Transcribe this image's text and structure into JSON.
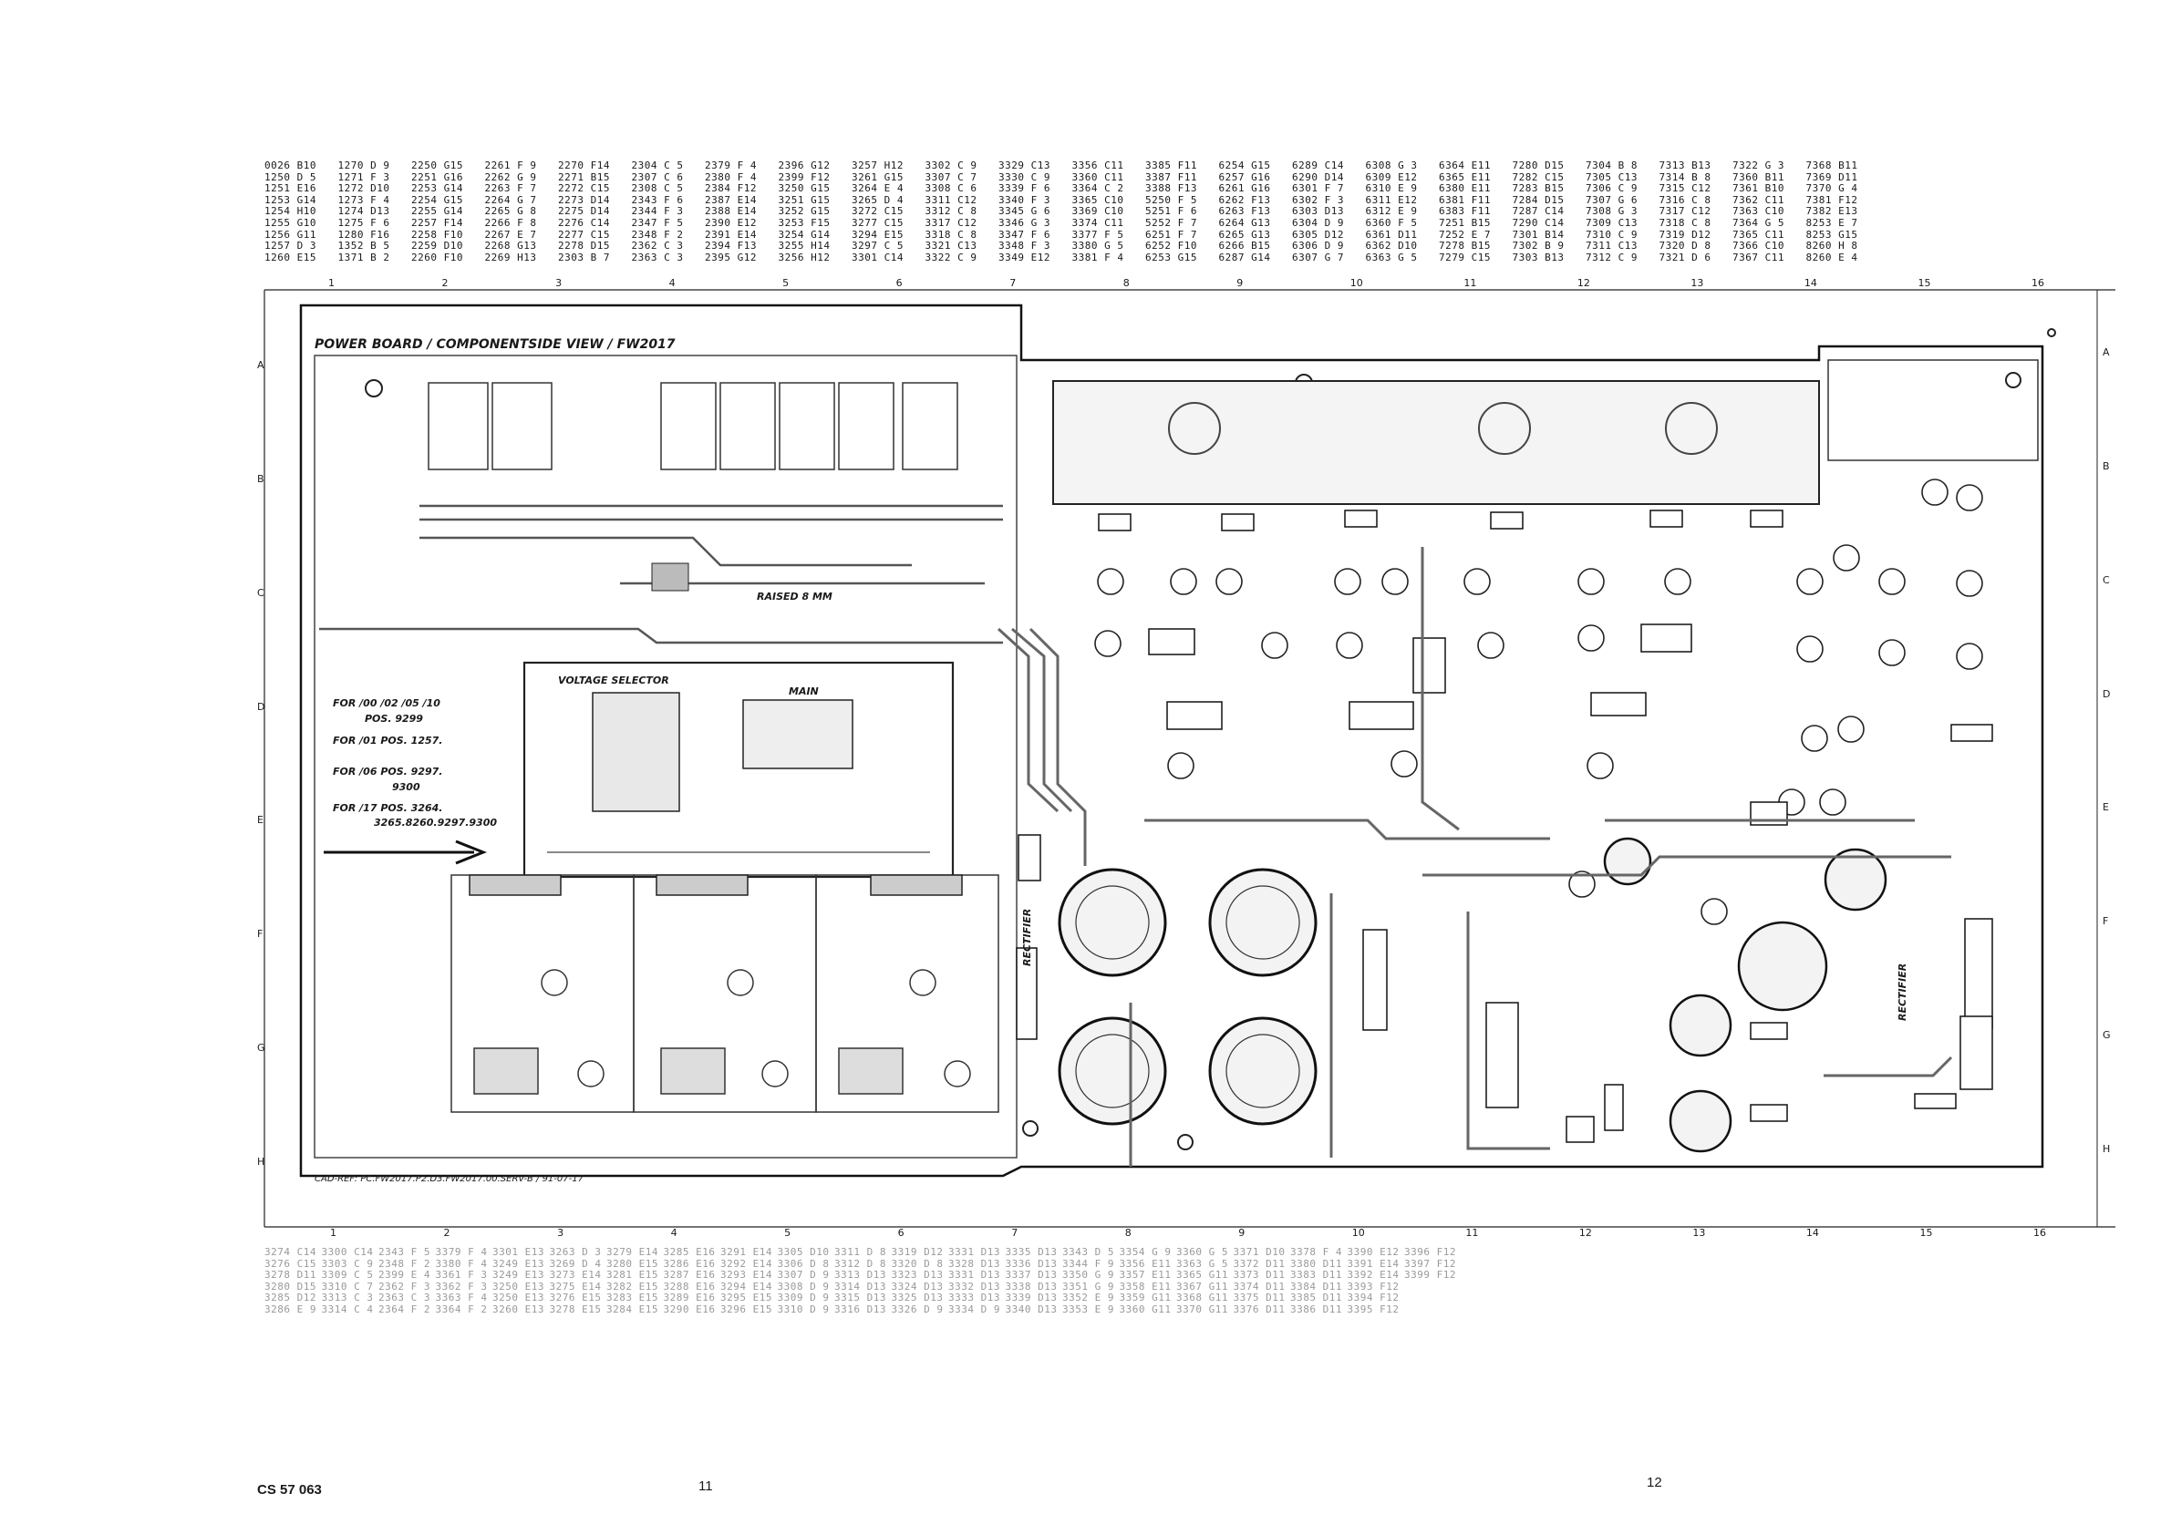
{
  "board": {
    "title": "POWER BOARD / COMPONENTSIDE VIEW / FW2017",
    "cad_ref": "CAD-REF: PC.FW2017.P2.D3.FW2017.00.SERV-B / 91-07-17",
    "notes": [
      "FOR /00 /02 /05 /10",
      "POS. 9299",
      "FOR /01 POS. 1257.",
      "FOR /06 POS. 9297.",
      "9300",
      "FOR /17 POS. 3264.",
      "3265.8260.9297.9300"
    ],
    "labels": {
      "voltage_selector": "VOLTAGE SELECTOR",
      "main": "MAIN",
      "raised_8mm_1": "RAISED 8 MM",
      "rectifier": "RECTIFIER"
    }
  },
  "footer": {
    "doc_number": "CS 57 063",
    "page_left": "11",
    "page_right": "12"
  },
  "grid": {
    "columns": [
      "1",
      "2",
      "3",
      "4",
      "5",
      "6",
      "7",
      "8",
      "9",
      "10",
      "11",
      "12",
      "13",
      "14",
      "15",
      "16"
    ],
    "rows": [
      "A",
      "B",
      "C",
      "D",
      "E",
      "F",
      "G",
      "H"
    ]
  },
  "top_table": [
    [
      "0026 B10",
      "1250 D 5",
      "1251 E16",
      "1253 G14",
      "1254 H10",
      "1255 G10",
      "1256 G11",
      "1257 D 3",
      "1260 E15"
    ],
    [
      "1270 D 9",
      "1271 F 3",
      "1272 D10",
      "1273 F 4",
      "1274 D13",
      "1275 F 6",
      "1280 F16",
      "1352 B 5",
      "1371 B 2"
    ],
    [
      "2250 G15",
      "2251 G16",
      "2253 G14",
      "2254 G15",
      "2255 G14",
      "2257 F14",
      "2258 F10",
      "2259 D10",
      "2260 F10"
    ],
    [
      "2261 F 9",
      "2262 G 9",
      "2263 F 7",
      "2264 G 7",
      "2265 G 8",
      "2266 F 8",
      "2267 E 7",
      "2268 G13",
      "2269 H13"
    ],
    [
      "2270 F14",
      "2271 B15",
      "2272 C15",
      "2273 D14",
      "2275 D14",
      "2276 C14",
      "2277 C15",
      "2278 D15",
      "2303 B 7"
    ],
    [
      "2304 C 5",
      "2307 C 6",
      "2308 C 5",
      "2343 F 6",
      "2344 F 3",
      "2347 F 5",
      "2348 F 2",
      "2362 C 3",
      "2363 C 3"
    ],
    [
      "2379 F 4",
      "2380 F 4",
      "2384 F12",
      "2387 E14",
      "2388 E14",
      "2390 E12",
      "2391 E14",
      "2394 F13",
      "2395 G12"
    ],
    [
      "2396 G12",
      "2399 F12",
      "3250 G15",
      "3251 G15",
      "3252 G15",
      "3253 F15",
      "3254 G14",
      "3255 H14",
      "3256 H12"
    ],
    [
      "3257 H12",
      "3261 G15",
      "3264 E 4",
      "3265 D 4",
      "3272 C15",
      "3277 C15",
      "3294 E15",
      "3297 C 5",
      "3301 C14"
    ],
    [
      "3302 C 9",
      "3307 C 7",
      "3308 C 6",
      "3311 C12",
      "3312 C 8",
      "3317 C12",
      "3318 C 8",
      "3321 C13",
      "3322 C 9"
    ],
    [
      "3329 C13",
      "3330 C 9",
      "3339 F 6",
      "3340 F 3",
      "3345 G 6",
      "3346 G 3",
      "3347 F 6",
      "3348 F 3",
      "3349 E12"
    ],
    [
      "3356 C11",
      "3360 C11",
      "3364 C 2",
      "3365 C10",
      "3369 C10",
      "3374 C11",
      "3377 F 5",
      "3380 G 5",
      "3381 F 4"
    ],
    [
      "3385 F11",
      "3387 F11",
      "3388 F13",
      "5250 F 5",
      "5251 F 6",
      "5252 F 7",
      "6251 F 7",
      "6252 F10",
      "6253 G15"
    ],
    [
      "6254 G15",
      "6257 G16",
      "6261 G16",
      "6262 F13",
      "6263 F13",
      "6264 G13",
      "6265 G13",
      "6266 B15",
      "6287 G14"
    ],
    [
      "6289 C14",
      "6290 D14",
      "6301 F 7",
      "6302 F 3",
      "6303 D13",
      "6304 D 9",
      "6305 D12",
      "6306 D 9",
      "6307 G 7"
    ],
    [
      "6308 G 3",
      "6309 E12",
      "6310 E 9",
      "6311 E12",
      "6312 E 9",
      "6360 F 5",
      "6361 D11",
      "6362 D10",
      "6363 G 5"
    ],
    [
      "6364 E11",
      "6365 E11",
      "6380 E11",
      "6381 F11",
      "6383 F11",
      "7251 B15",
      "7252 E 7",
      "7278 B15",
      "7279 C15"
    ],
    [
      "7280 D15",
      "7282 C15",
      "7283 B15",
      "7284 D15",
      "7287 C14",
      "7290 C14",
      "7301 B14",
      "7302 B 9",
      "7303 B13"
    ],
    [
      "7304 B 8",
      "7305 C13",
      "7306 C 9",
      "7307 G 6",
      "7308 G 3",
      "7309 C13",
      "7310 C 9",
      "7311 C13",
      "7312 C 9"
    ],
    [
      "7313 B13",
      "7314 B 8",
      "7315 C12",
      "7316 C 8",
      "7317 C12",
      "7318 C 8",
      "7319 D12",
      "7320 D 8",
      "7321 D 6"
    ],
    [
      "7322 G 3",
      "7360 B11",
      "7361 B10",
      "7362 C11",
      "7363 C10",
      "7364 G 5",
      "7365 C11",
      "7366 C10",
      "7367 C11"
    ],
    [
      "7368 B11",
      "7369 D11",
      "7370 G 4",
      "7381 F12",
      "7382 E13",
      "8253 E 7",
      "8253 G15",
      "8260 H 8",
      "8260 E 4"
    ]
  ],
  "bottom_table": [
    [
      "3274 C14",
      "3276 C15",
      "3278 D11",
      "3280 D15",
      "3285 D12",
      "3286 E 9"
    ],
    [
      "3300 C14",
      "3303 C 9",
      "3309 C 5",
      "3310 C 7",
      "3313 C 3",
      "3314 C 4"
    ],
    [
      "2343 F 5",
      "2348 F 2",
      "2399 E 4",
      "2362 F 3",
      "2363 C 3",
      "2364 F 2"
    ],
    [
      "3379 F 4",
      "3380 F 4",
      "3361 F 3",
      "3362 F 3",
      "3363 F 4",
      "3364 F 2"
    ],
    [
      "3301 E13",
      "3249 E13",
      "3249 E13",
      "3250 E13",
      "3250 E13",
      "3260 E13"
    ],
    [
      "3263 D 3",
      "3269 D 4",
      "3273 E14",
      "3275 E14",
      "3276 E15",
      "3278 E15"
    ],
    [
      "3279 E14",
      "3280 E15",
      "3281 E15",
      "3282 E15",
      "3283 E15",
      "3284 E15"
    ],
    [
      "3285 E16",
      "3286 E16",
      "3287 E16",
      "3288 E16",
      "3289 E16",
      "3290 E16"
    ],
    [
      "3291 E14",
      "3292 E14",
      "3293 E14",
      "3294 E14",
      "3295 E15",
      "3296 E15"
    ],
    [
      "3305 D10",
      "3306 D 8",
      "3307 D 9",
      "3308 D 9",
      "3309 D 9",
      "3310 D 9"
    ],
    [
      "3311 D 8",
      "3312 D 8",
      "3313 D13",
      "3314 D13",
      "3315 D13",
      "3316 D13"
    ],
    [
      "3319 D12",
      "3320 D 8",
      "3323 D13",
      "3324 D13",
      "3325 D13",
      "3326 D 9"
    ],
    [
      "3331 D13",
      "3328 D13",
      "3331 D13",
      "3332 D13",
      "3333 D13",
      "3334 D 9"
    ],
    [
      "3335 D13",
      "3336 D13",
      "3337 D13",
      "3338 D13",
      "3339 D13",
      "3340 D13"
    ],
    [
      "3343 D 5",
      "3344 F 9",
      "3350 G 9",
      "3351 G 9",
      "3352 E 9",
      "3353 E 9"
    ],
    [
      "3354 G 9",
      "3356 E11",
      "3357 E11",
      "3358 E11",
      "3359 G11",
      "3360 G11"
    ],
    [
      "3360 G 5",
      "3363 G 5",
      "3365 G11",
      "3367 G11",
      "3368 G11",
      "3370 G11"
    ],
    [
      "3371 D10",
      "3372 D11",
      "3373 D11",
      "3374 D11",
      "3375 D11",
      "3376 D11"
    ],
    [
      "3378 F 4",
      "3380 D11",
      "3383 D11",
      "3384 D11",
      "3385 D11",
      "3386 D11"
    ],
    [
      "3390 E12",
      "3391 E14",
      "3392 E14",
      "3393 F12",
      "3394 F12",
      "3395 F12"
    ],
    [
      "3396 F12",
      "3397 F12",
      "3399 F12"
    ]
  ]
}
